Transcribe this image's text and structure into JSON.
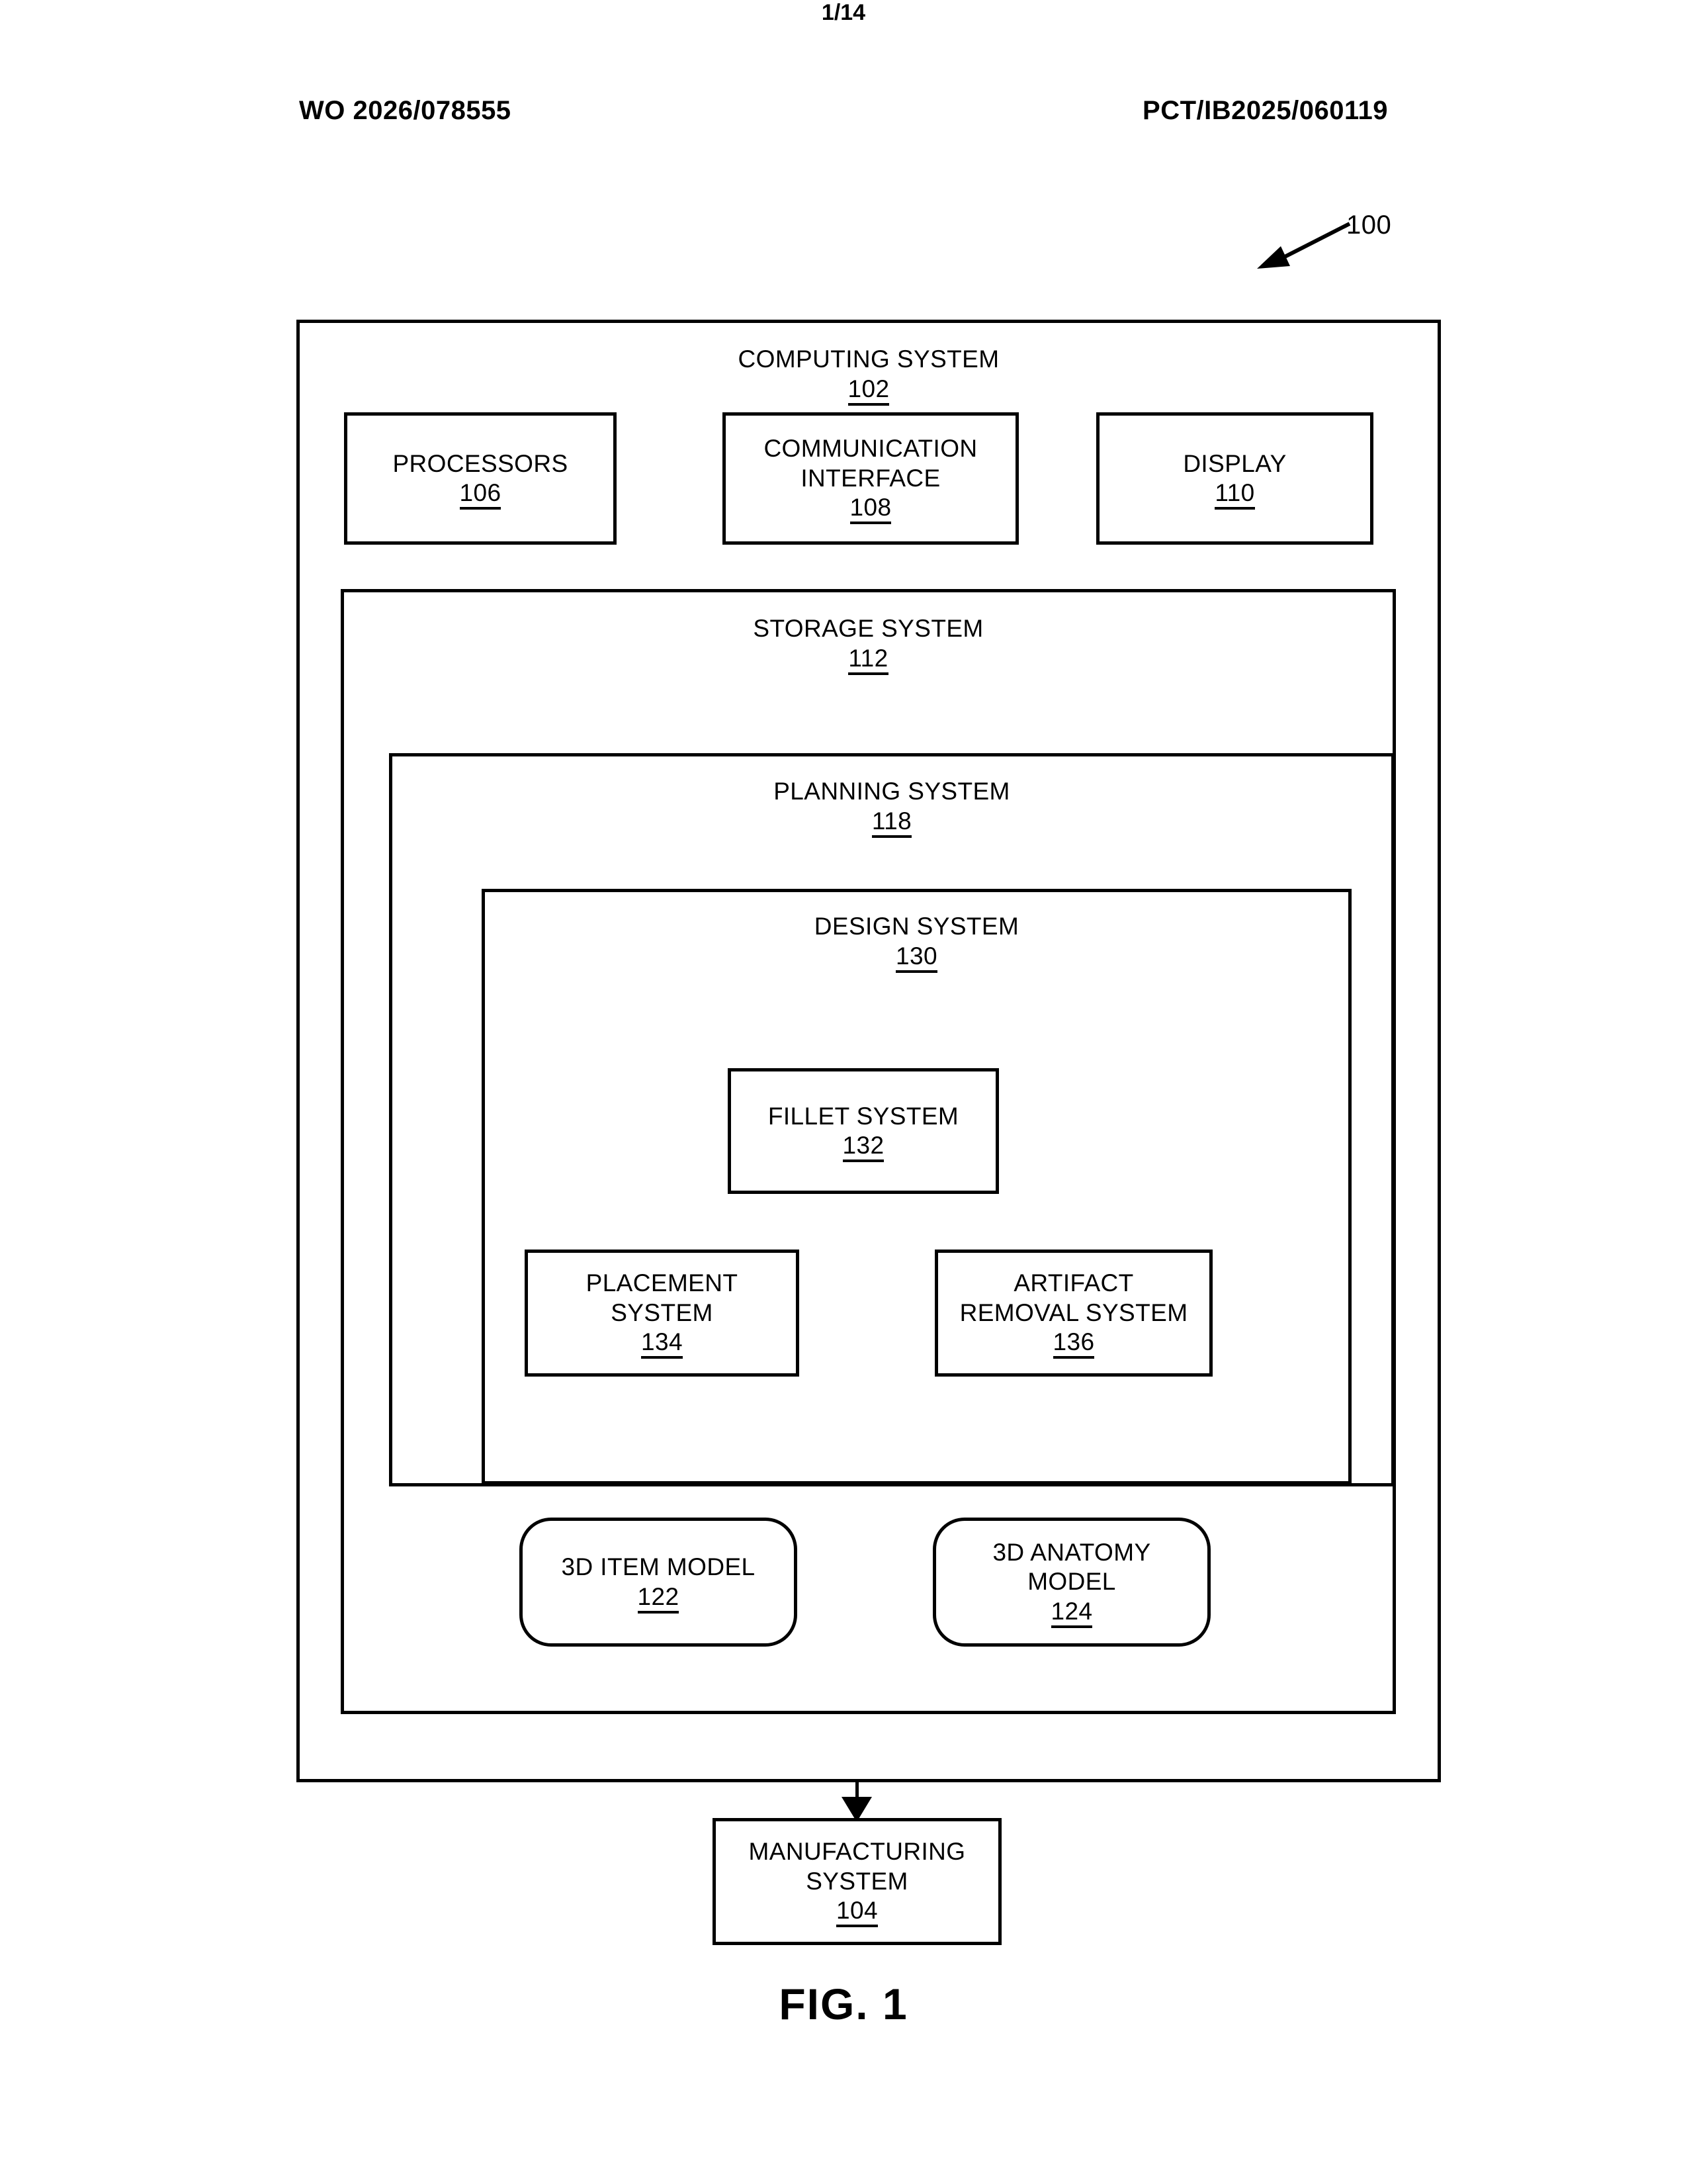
{
  "header": {
    "publication_number": "WO 2026/078555",
    "application_number": "PCT/IB2025/060119",
    "sheet_number": "1/14"
  },
  "figure": {
    "caption": "FIG. 1",
    "reference_label": "100"
  },
  "diagram_data": {
    "type": "block-diagram",
    "nodes": [
      {
        "id": "computing-system",
        "title": "COMPUTING SYSTEM",
        "ref": "102",
        "shape": "rect",
        "parent": null
      },
      {
        "id": "processors",
        "title": "PROCESSORS",
        "ref": "106",
        "shape": "rect",
        "parent": "computing-system"
      },
      {
        "id": "comm-interface",
        "title": "COMMUNICATION INTERFACE",
        "ref": "108",
        "shape": "rect",
        "parent": "computing-system"
      },
      {
        "id": "display",
        "title": "DISPLAY",
        "ref": "110",
        "shape": "rect",
        "parent": "computing-system"
      },
      {
        "id": "storage-system",
        "title": "STORAGE SYSTEM",
        "ref": "112",
        "shape": "rect",
        "parent": "computing-system"
      },
      {
        "id": "planning-system",
        "title": "PLANNING SYSTEM",
        "ref": "118",
        "shape": "rect",
        "parent": "storage-system"
      },
      {
        "id": "design-system",
        "title": "DESIGN SYSTEM",
        "ref": "130",
        "shape": "rect",
        "parent": "planning-system"
      },
      {
        "id": "fillet-system",
        "title": "FILLET SYSTEM",
        "ref": "132",
        "shape": "rect",
        "parent": "design-system"
      },
      {
        "id": "placement-system",
        "title": "PLACEMENT SYSTEM",
        "ref": "134",
        "shape": "rect",
        "parent": "design-system"
      },
      {
        "id": "artifact-removal",
        "title": "ARTIFACT REMOVAL SYSTEM",
        "ref": "136",
        "shape": "rect",
        "parent": "design-system"
      },
      {
        "id": "item-model",
        "title": "3D ITEM MODEL",
        "ref": "122",
        "shape": "rounded-rect",
        "parent": "storage-system"
      },
      {
        "id": "anatomy-model",
        "title": "3D ANATOMY MODEL",
        "ref": "124",
        "shape": "rounded-rect",
        "parent": "storage-system"
      },
      {
        "id": "manufacturing",
        "title": "MANUFACTURING SYSTEM",
        "ref": "104",
        "shape": "rect",
        "parent": null
      }
    ],
    "edges": [
      {
        "from": "computing-system",
        "to": "manufacturing",
        "style": "solid-arrow",
        "direction": "down"
      }
    ]
  },
  "boxes": {
    "computing_system": {
      "title": "COMPUTING SYSTEM",
      "num": "102"
    },
    "processors": {
      "title": "PROCESSORS",
      "num": "106"
    },
    "comm_interface": {
      "title_line1": "COMMUNICATION",
      "title_line2": "INTERFACE",
      "num": "108"
    },
    "display": {
      "title": "DISPLAY",
      "num": "110"
    },
    "storage_system": {
      "title": "STORAGE SYSTEM",
      "num": "112"
    },
    "planning_system": {
      "title": "PLANNING SYSTEM",
      "num": "118"
    },
    "design_system": {
      "title": "DESIGN SYSTEM",
      "num": "130"
    },
    "fillet_system": {
      "title": "FILLET SYSTEM",
      "num": "132"
    },
    "placement_system": {
      "title_line1": "PLACEMENT",
      "title_line2": "SYSTEM",
      "num": "134"
    },
    "artifact_removal": {
      "title_line1": "ARTIFACT",
      "title_line2": "REMOVAL SYSTEM",
      "num": "136"
    },
    "item_model": {
      "title": "3D ITEM MODEL",
      "num": "122"
    },
    "anatomy_model": {
      "title_line1": "3D ANATOMY",
      "title_line2": "MODEL",
      "num": "124"
    },
    "manufacturing": {
      "title_line1": "MANUFACTURING",
      "title_line2": "SYSTEM",
      "num": "104"
    }
  },
  "colors": {
    "line": "#000000",
    "background": "#ffffff",
    "text": "#000000"
  }
}
